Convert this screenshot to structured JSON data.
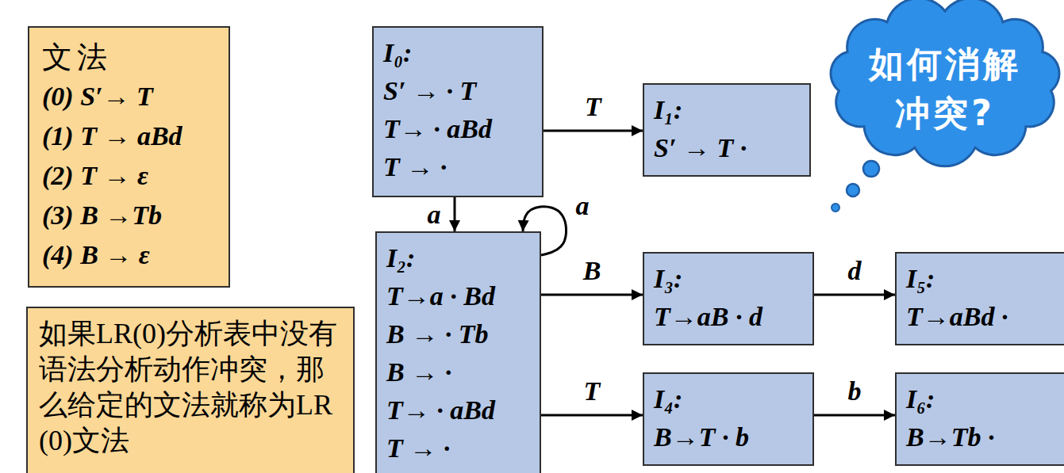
{
  "diagram": {
    "nodes": [
      {
        "text": [
          "文法",
          "(0) S′→ T",
          "(1) T → aBd",
          "(2) T → ε",
          "(3) B →Tb",
          "(4) B → ε"
        ]
      },
      {
        "text": [
          "如果LR(0)分析表中没有语法分析动作冲突，那么给定的文法就称为LR(0)文法"
        ]
      },
      {
        "text": [
          "I₀:",
          "S′ → · T",
          "T→ · aBd",
          "T → ·"
        ]
      },
      {
        "text": [
          "I₁:",
          "S′ → T ·"
        ]
      },
      {
        "text": [
          "I₂:",
          "T→a · Bd",
          "B → · Tb",
          "B → ·",
          "T→ · aBd",
          "T → ·"
        ]
      },
      {
        "text": [
          "I₃:",
          "T→aB · d"
        ]
      },
      {
        "text": [
          "I₅:",
          "T→aBd ·"
        ]
      },
      {
        "text": [
          "I₄:",
          "B→T · b"
        ]
      },
      {
        "text": [
          "I₆:",
          "B→Tb ·"
        ]
      },
      {
        "text": [
          "如何消解 冲突?"
        ]
      }
    ],
    "edges": [
      {
        "from": 2,
        "to": 3,
        "label": "T",
        "arrow": "to"
      },
      {
        "from": 2,
        "to": 4,
        "label": "a",
        "arrow": "to"
      },
      {
        "from": 4,
        "to": 4,
        "label": "a",
        "arrow": "to"
      },
      {
        "from": 4,
        "to": 5,
        "label": "B",
        "arrow": "to"
      },
      {
        "from": 5,
        "to": 6,
        "label": "d",
        "arrow": "to"
      },
      {
        "from": 4,
        "to": 7,
        "label": "T",
        "arrow": "to"
      },
      {
        "from": 7,
        "to": 8,
        "label": "b",
        "arrow": "to"
      }
    ]
  }
}
